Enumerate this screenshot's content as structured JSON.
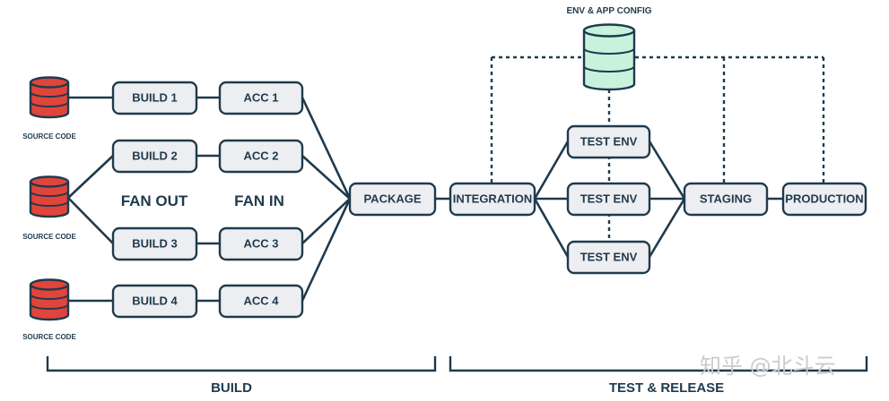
{
  "env_config_label": "ENV & APP CONFIG",
  "sources": [
    {
      "label": "SOURCE CODE"
    },
    {
      "label": "SOURCE CODE"
    },
    {
      "label": "SOURCE CODE"
    }
  ],
  "builds": [
    "BUILD 1",
    "BUILD 2",
    "BUILD 3",
    "BUILD 4"
  ],
  "accs": [
    "ACC 1",
    "ACC 2",
    "ACC 3",
    "ACC 4"
  ],
  "fan_out_label": "FAN OUT",
  "fan_in_label": "FAN IN",
  "package_label": "PACKAGE",
  "integration_label": "INTEGRATION",
  "test_envs": [
    "TEST ENV",
    "TEST ENV",
    "TEST ENV"
  ],
  "staging_label": "STAGING",
  "production_label": "PRODUCTION",
  "sections": {
    "build": "BUILD",
    "test_release": "TEST & RELEASE"
  },
  "watermark": "知乎 @北斗云",
  "colors": {
    "source_db": "#e0443a",
    "config_db": "#c9f2dc",
    "stroke": "#1f3a4d",
    "node_fill": "#edeef1"
  }
}
